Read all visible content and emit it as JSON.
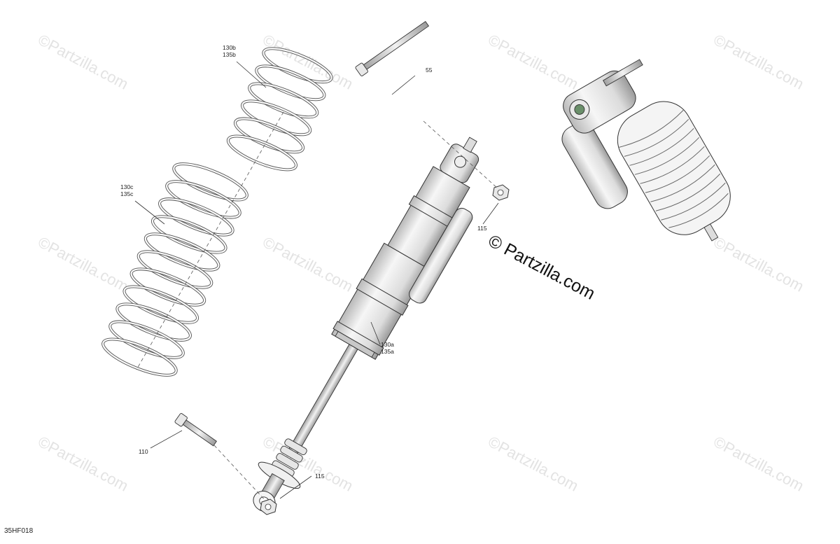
{
  "watermark_text": "©Partzilla.com",
  "main_watermark_text": "© Partzilla.com",
  "diagram_code": "35HF018",
  "callouts": {
    "spring_upper": {
      "line1": "130b",
      "line2": "135b"
    },
    "spring_lower": {
      "line1": "130c",
      "line2": "135c"
    },
    "shock": {
      "line1": "130a",
      "line2": "135a"
    },
    "bolt_top": {
      "line1": "55"
    },
    "nut_top": {
      "line1": "115"
    },
    "bolt_bottom": {
      "line1": "110"
    },
    "nut_bottom": {
      "line1": "115"
    }
  }
}
